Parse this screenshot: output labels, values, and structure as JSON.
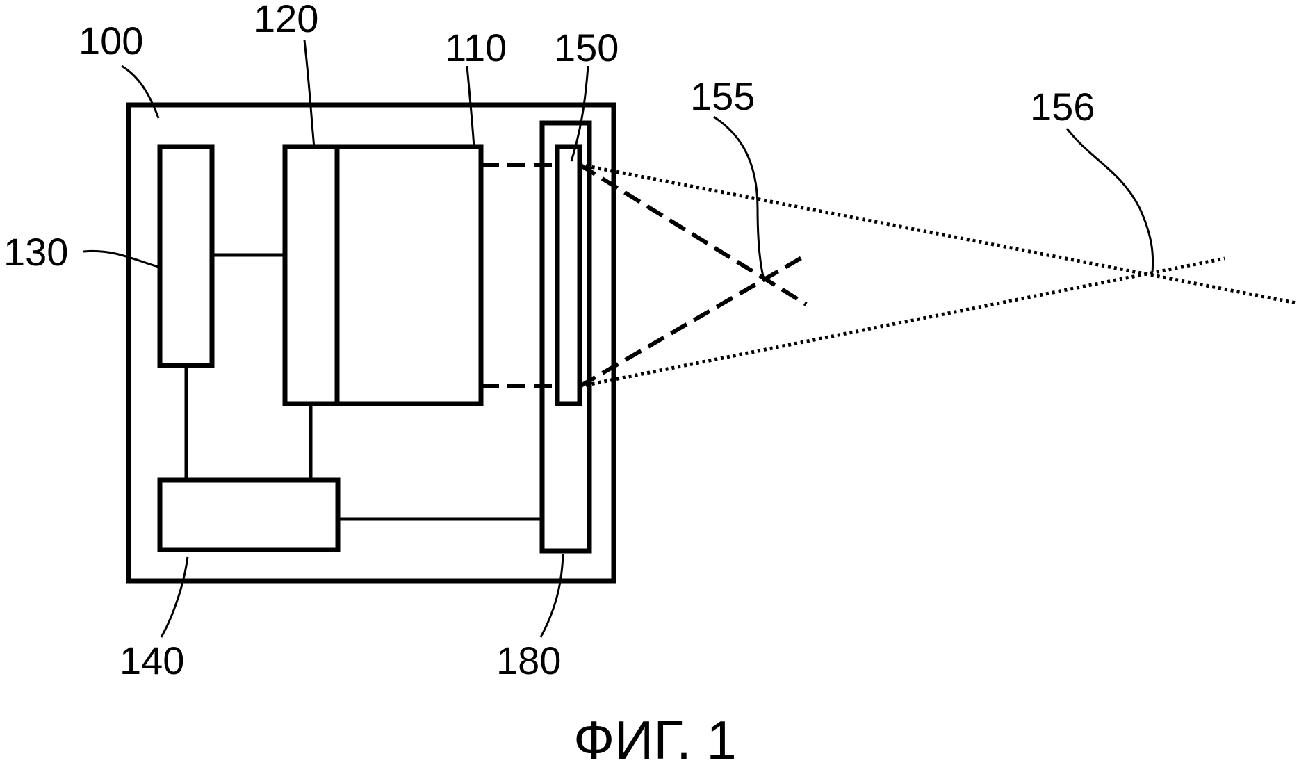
{
  "labels": {
    "device": "100",
    "projector": "110",
    "light_source": "120",
    "controller": "130",
    "driver": "140",
    "optical_element": "150",
    "first_focus": "155",
    "second_focus": "156",
    "adjuster": "180"
  },
  "caption": "ФИГ. 1"
}
